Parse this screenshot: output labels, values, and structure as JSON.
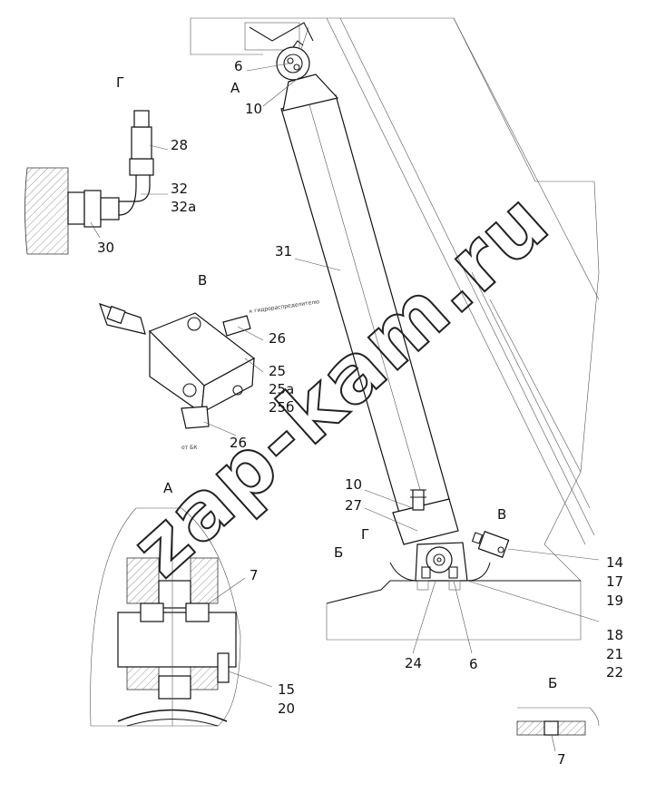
{
  "watermark": "zap-kam.ru",
  "views": {
    "G": "Г",
    "V": "В",
    "A": "А",
    "B": "Б"
  },
  "notes": {
    "to_hydraulic_pump": "к гидрораспределителю",
    "from_bk": "от БК"
  },
  "callouts": {
    "c6_top": "6",
    "cA_top": "А",
    "c10_top": "10",
    "c28": "28",
    "c32": "32",
    "c32a": "32а",
    "c30": "30",
    "c31": "31",
    "c26_top": "26",
    "c25": "25",
    "c25a": "25а",
    "c25b": "25б",
    "c26_bot": "26",
    "c10_bot": "10",
    "c27": "27",
    "cV_main": "В",
    "cG_main": "Г",
    "cB_main": "Б",
    "c14": "14",
    "c17": "17",
    "c19": "19",
    "c18": "18",
    "c21": "21",
    "c22": "22",
    "c24": "24",
    "c6_bot": "6",
    "c7_a": "7",
    "c15": "15",
    "c20": "20",
    "c7_b": "7"
  }
}
